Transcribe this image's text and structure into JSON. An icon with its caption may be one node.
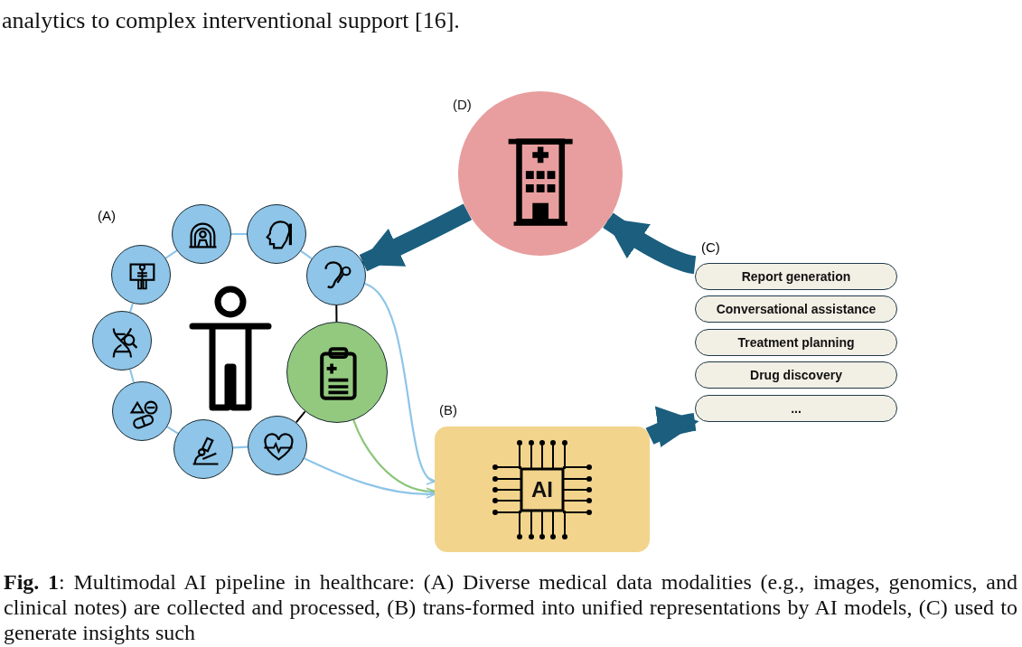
{
  "diagram": {
    "caption": "**Fig. 1**: Multimodal AI pipeline in healthcare: (A) Diverse medical data modalities (e.g., images, genomics, and clinical notes) are collected and processed, (B) trans-formed into unified representations by AI models, (C) used to generate insights such",
    "nodes": [
      {
        "text": [
          "(D)"
        ]
      },
      {
        "text": [],
        "shape": "circle"
      },
      {
        "text": [],
        "shape": "circle"
      },
      {
        "text": [],
        "shape": "circle"
      },
      {
        "text": [],
        "shape": "circle"
      },
      {
        "text": [],
        "shape": "circle"
      },
      {
        "text": [],
        "shape": "circle"
      },
      {
        "text": [],
        "shape": "circle"
      },
      {
        "text": [],
        "shape": "circle"
      },
      {
        "text": [],
        "shape": "circle"
      },
      {
        "text": [
          "(B)",
          "AI"
        ]
      },
      {
        "text": [
          "Report generation"
        ]
      },
      {
        "text": [
          "Conversational assistance"
        ]
      },
      {
        "text": [
          "Treatment planning"
        ]
      },
      {
        "text": [
          "Drug discovery"
        ]
      },
      {
        "text": [
          "..."
        ]
      }
    ],
    "edges": [
      {
        "from": 1,
        "to": 2,
        "arrow": "none"
      },
      {
        "from": 3,
        "to": 1,
        "arrow": "none"
      },
      {
        "from": 2,
        "to": 4,
        "arrow": "none"
      },
      {
        "from": 3,
        "to": 5,
        "arrow": "none"
      },
      {
        "from": 5,
        "to": 7,
        "arrow": "none"
      },
      {
        "from": 7,
        "to": 8,
        "arrow": "none"
      },
      {
        "from": 8,
        "to": 9,
        "arrow": "none"
      },
      {
        "from": 4,
        "to": 6,
        "arrow": "none",
        "color": "#000000"
      },
      {
        "from": 6,
        "to": 9,
        "arrow": "none",
        "color": "#000000"
      },
      {
        "from": 4,
        "to": 10,
        "arrow": "to"
      },
      {
        "from": 6,
        "to": 10,
        "arrow": "to",
        "color": "#8cc67a"
      },
      {
        "from": 9,
        "to": 10,
        "arrow": "to"
      },
      {
        "from": 0,
        "to": 4,
        "arrow": "to",
        "style": "thick",
        "color": "#1b5e7e"
      },
      {
        "from": 10,
        "to": 15,
        "arrow": "to",
        "style": "thick",
        "color": "#1b5e7e"
      },
      {
        "from": 11,
        "to": 0,
        "arrow": "to",
        "style": "thick",
        "color": "#1b5e7e"
      }
    ],
    "labels": [
      "analytics to complex interventional support [16].",
      "(A)",
      "(C)"
    ]
  }
}
